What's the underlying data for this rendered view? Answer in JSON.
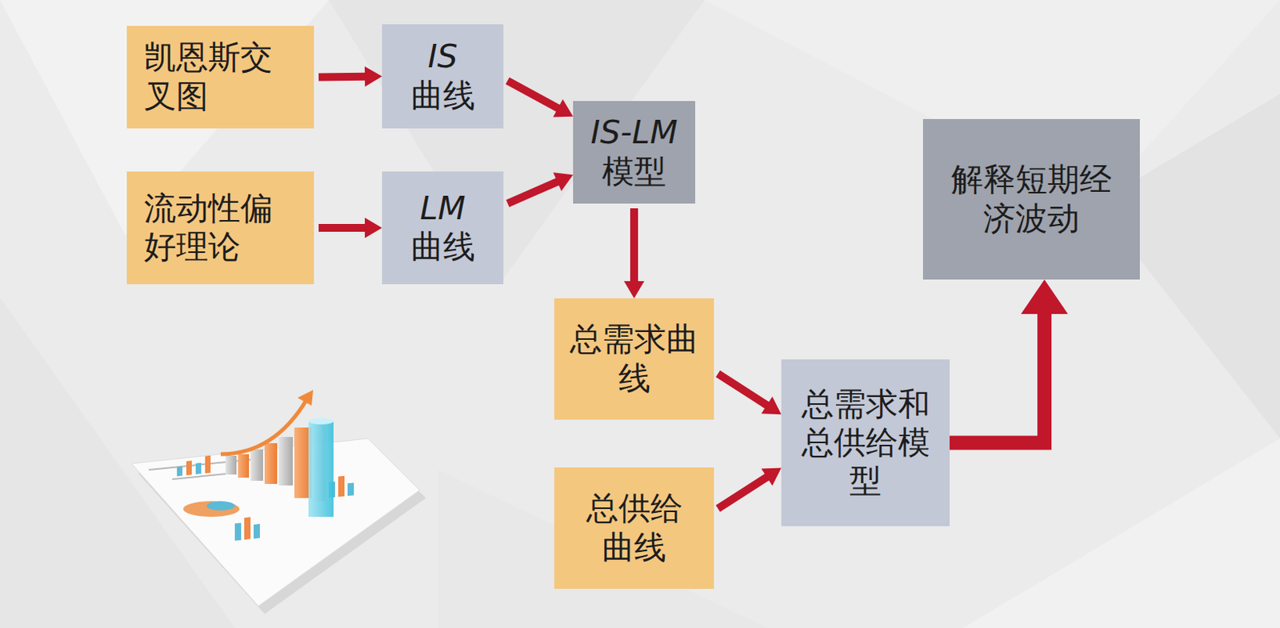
{
  "diagram": {
    "nodes": [
      {
        "text": [
          "凯恩斯交叉图"
        ]
      },
      {
        "text": [
          "IS",
          "曲线"
        ]
      },
      {
        "text": [
          "流动性偏好理论"
        ]
      },
      {
        "text": [
          "LM",
          "曲线"
        ]
      },
      {
        "text": [
          "IS-LM",
          "模型"
        ]
      },
      {
        "text": [
          "总需求曲线"
        ]
      },
      {
        "text": [
          "总供给曲线"
        ]
      },
      {
        "text": [
          "总需求和总供给模型"
        ]
      },
      {
        "text": [
          "解释短期经济波动"
        ]
      }
    ],
    "edges": [
      {
        "from": 0,
        "to": 1,
        "arrow": "to"
      },
      {
        "from": 1,
        "to": 4,
        "arrow": "to"
      },
      {
        "from": 2,
        "to": 3,
        "arrow": "to"
      },
      {
        "from": 3,
        "to": 4,
        "arrow": "to"
      },
      {
        "from": 4,
        "to": 5,
        "arrow": "to"
      },
      {
        "from": 5,
        "to": 7,
        "arrow": "to"
      },
      {
        "from": 6,
        "to": 7,
        "arrow": "to"
      },
      {
        "from": 7,
        "to": 8,
        "arrow": "to"
      }
    ]
  }
}
